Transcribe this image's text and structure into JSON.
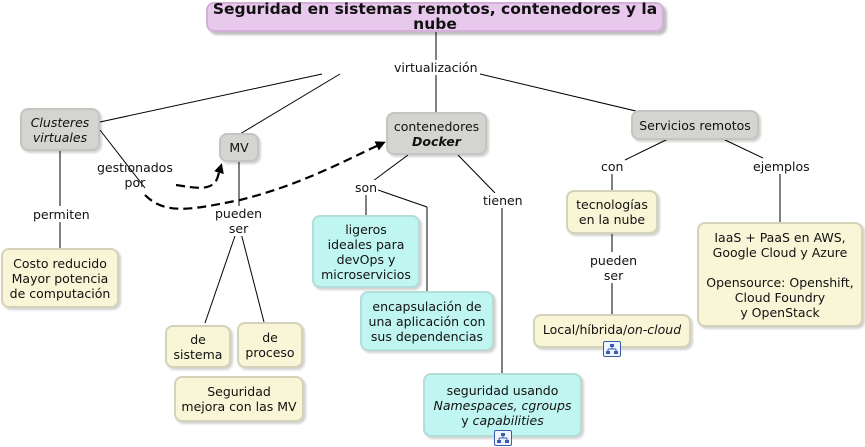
{
  "title": "Seguridad en sistemas remotos, contenedores y la nube",
  "linking_phrases": {
    "virtualizacion": "virtualización",
    "gestionados_por": [
      "gestionados",
      "por"
    ],
    "permiten": "permiten",
    "pueden_ser_mv": [
      "pueden",
      "ser"
    ],
    "son": "son",
    "tienen": "tienen",
    "con": "con",
    "ejemplos": "ejemplos",
    "pueden_ser_nube": [
      "pueden",
      "ser"
    ]
  },
  "concepts": {
    "clusteres": [
      "Clusteres",
      "virtuales"
    ],
    "mv": "MV",
    "contenedores": {
      "line1": "contenedores",
      "line2": "Docker"
    },
    "servicios": "Servicios remotos",
    "costo": [
      "Costo reducido",
      "Mayor potencia",
      "de computación"
    ],
    "de_sistema": [
      "de",
      "sistema"
    ],
    "de_proceso": [
      "de",
      "proceso"
    ],
    "seguridad_mv": [
      "Seguridad",
      "mejora con las MV"
    ],
    "ligeros": [
      "ligeros",
      "ideales para",
      "devOps y",
      "microservicios"
    ],
    "encapsulacion": [
      "encapsulación de",
      "una aplicación con",
      "sus dependencias"
    ],
    "seguridad_usando": {
      "line1": "seguridad usando",
      "line2": "Namespaces,  cgroups",
      "line3_pre": "y ",
      "line3_it": "capabilities"
    },
    "tecnologias": [
      "tecnologías",
      "en la nube"
    ],
    "local": {
      "pre": "Local/híbrida/",
      "it": "on-cloud"
    },
    "ejemplos_box": [
      "IaaS + PaaS en AWS,",
      "Google Cloud y Azure",
      "Opensource: Openshift,",
      "Cloud Foundry",
      "y OpenStack"
    ]
  },
  "icons": {
    "submap_icon": "concept-map-link"
  },
  "colors": {
    "title_bg": "#e8c8ec",
    "gray_node": "#d4d4d0",
    "yellow_node": "#f8f6d6",
    "cyan_node": "#c0f6f2"
  }
}
